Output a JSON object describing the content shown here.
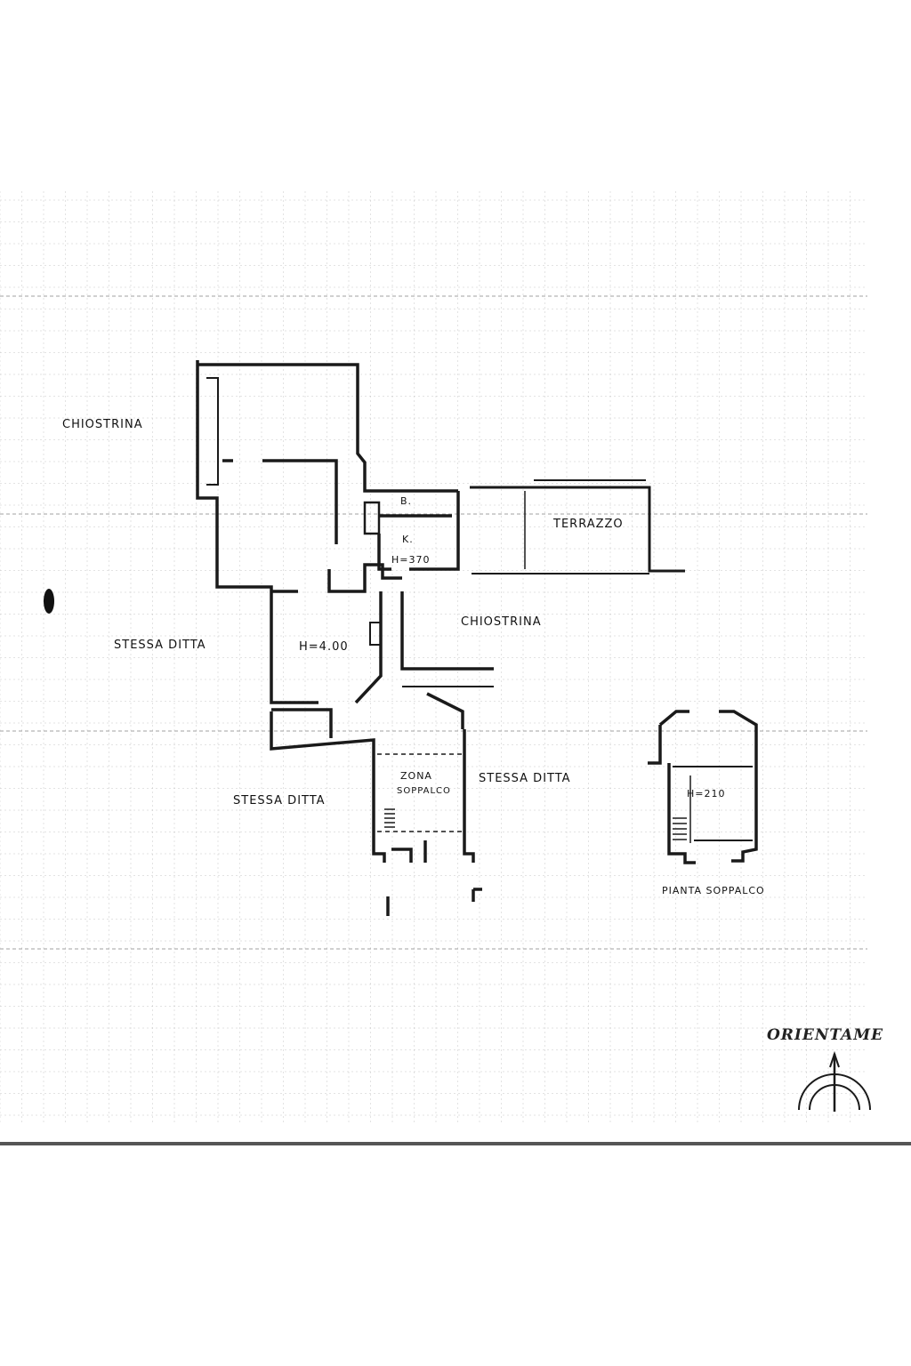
{
  "labels": {
    "chiostrina_top": "CHIOSTRINA",
    "bathroom": "B.",
    "kitchen": "K.",
    "kitchen_height": "H=370",
    "terrazzo": "TERRAZZO",
    "chiostrina_mid": "CHIOSTRINA",
    "stessa_ditta_left": "STESSA DITTA",
    "room_height": "H=4.00",
    "stessa_ditta_bottom": "STESSA DITTA",
    "zona_soppalco_1": "ZONA",
    "zona_soppalco_2": "SOPPALCO",
    "stessa_ditta_right": "STESSA DITTA",
    "soppalco_height": "H=210",
    "pianta_soppalco": "PIANTA SOPPALCO",
    "orientamento": "ORIENTAME"
  },
  "colors": {
    "ink": "#1a1a1a",
    "grid": "#9a9a9a",
    "paper": "#ffffff"
  }
}
